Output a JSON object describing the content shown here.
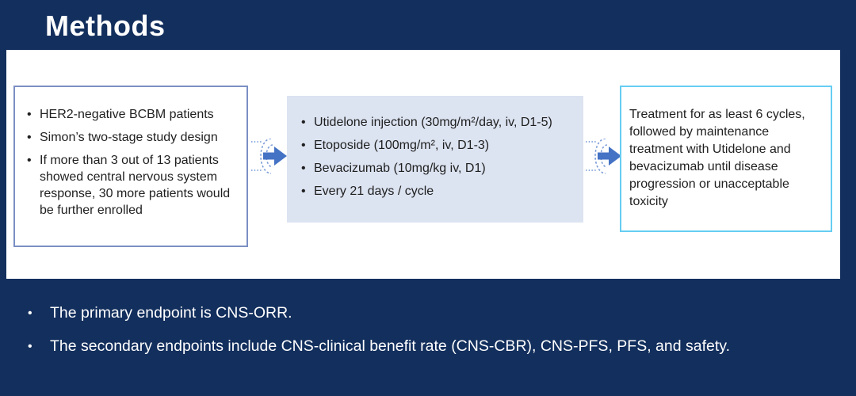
{
  "title": "Methods",
  "colors": {
    "background": "#132F5D",
    "panel": "#FFFFFF",
    "patients_box_border": "#7B8FC3",
    "regimen_box_fill": "#DCE3F1",
    "treatment_box_border": "#66CDF2",
    "arrow_fill": "#4472C4",
    "arrow_arcs": "#7C9CD8",
    "body_text": "#1F1F1F",
    "title_text": "#FFFFFF"
  },
  "flow": {
    "patients_box": {
      "items": [
        "HER2-negative BCBM patients",
        "Simon’s two-stage study design",
        "If more than 3 out of 13 patients showed central nervous system response, 30 more patients would be further enrolled"
      ]
    },
    "regimen_box": {
      "items": [
        "Utidelone injection (30mg/m²/day, iv, D1-5)",
        "Etoposide (100mg/m², iv, D1-3)",
        "Bevacizumab (10mg/kg iv, D1)",
        "Every 21 days / cycle"
      ]
    },
    "treatment_box": {
      "text": "Treatment for as least 6 cycles, followed by maintenance treatment with Utidelone and bevacizumab until disease progression or unacceptable toxicity"
    }
  },
  "endpoints": {
    "items": [
      "The primary endpoint is CNS-ORR.",
      "The secondary endpoints include CNS-clinical benefit rate (CNS-CBR), CNS-PFS, PFS, and safety."
    ]
  }
}
